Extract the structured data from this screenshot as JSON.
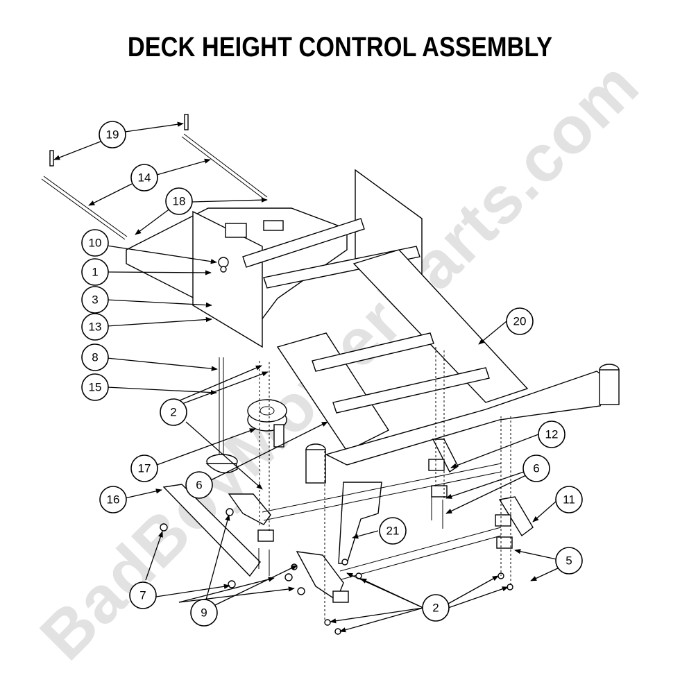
{
  "title": "DECK HEIGHT CONTROL ASSEMBLY",
  "watermark": "BadBoyMowerParts.com",
  "callouts": [
    "19",
    "14",
    "18",
    "10",
    "1",
    "3",
    "13",
    "8",
    "15",
    "2",
    "17",
    "6",
    "16",
    "7",
    "9",
    "20",
    "12",
    "6",
    "11",
    "21",
    "5",
    "2"
  ]
}
